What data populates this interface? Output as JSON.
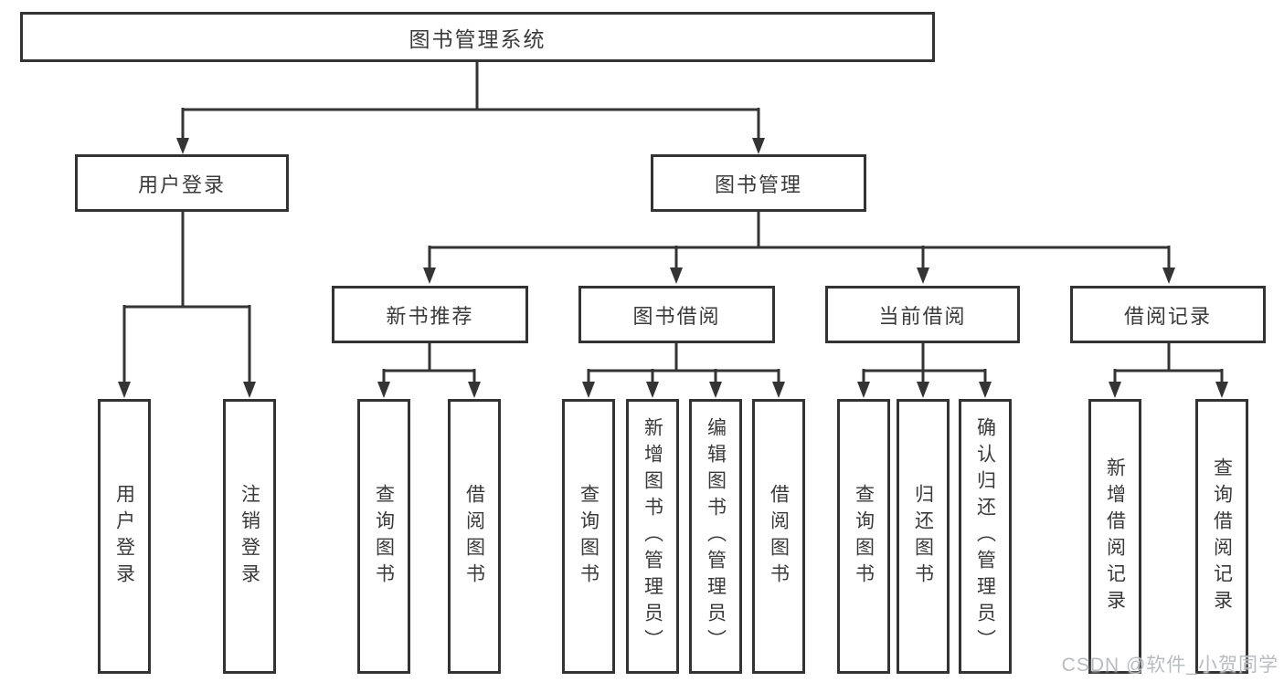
{
  "diagram": {
    "root": "图书管理系统",
    "user_branch": {
      "label": "用户登录",
      "leaves": [
        "用户登录",
        "注销登录"
      ]
    },
    "management_branch": {
      "label": "图书管理",
      "groups": [
        {
          "label": "新书推荐",
          "leaves": [
            "查询图书",
            "借阅图书"
          ]
        },
        {
          "label": "图书借阅",
          "leaves": [
            "查询图书",
            "新增图书（管理员）",
            "编辑图书（管理员）",
            "借阅图书"
          ]
        },
        {
          "label": "当前借阅",
          "leaves": [
            "查询图书",
            "归还图书",
            "确认归还（管理员）"
          ]
        },
        {
          "label": "借阅记录",
          "leaves": [
            "新增借阅记录",
            "查询借阅记录"
          ]
        }
      ]
    },
    "colors": {
      "line": "#343434",
      "box_border": "#333333",
      "box_fill": "#ffffff",
      "text": "#3a3a3a",
      "watermark": "#b9bcbf"
    }
  },
  "watermark": "CSDN @软件_小贺同学"
}
